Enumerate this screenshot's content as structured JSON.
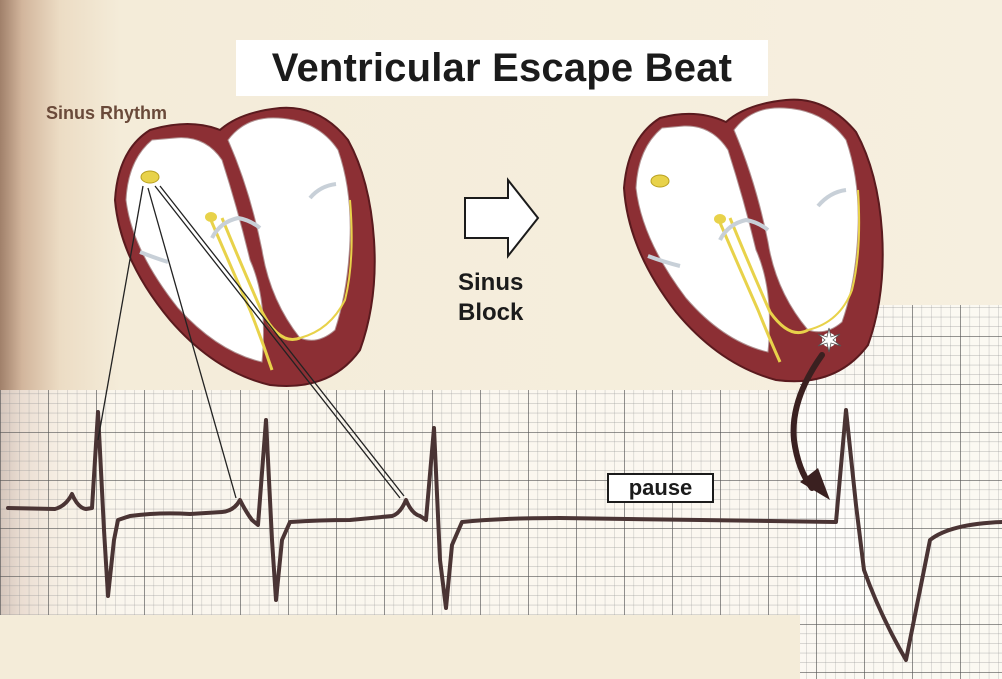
{
  "title": "Ventricular Escape Beat",
  "labels": {
    "sinus_rhythm": "Sinus Rhythm",
    "sinus_block_line1": "Sinus",
    "sinus_block_line2": "Block",
    "pause": "pause"
  },
  "icons": {
    "arrow": "right-arrow-icon",
    "spark": "ectopic-focus-starburst-icon"
  },
  "colors": {
    "myocardium": "#8c2f34",
    "conduction": "#e8d24a",
    "ecg_trace": "#4a3434",
    "grid": "#707070",
    "background": "#f4ecd9"
  }
}
